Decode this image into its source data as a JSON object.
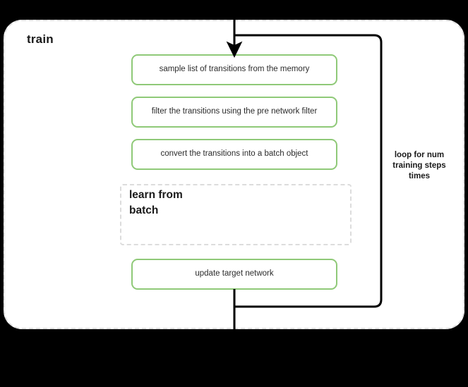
{
  "diagram": {
    "title": "train",
    "type": "flowchart",
    "steps": [
      {
        "id": "sample",
        "label": "sample list of transitions from the memory"
      },
      {
        "id": "filter",
        "label": "filter the transitions using the pre network filter"
      },
      {
        "id": "convert",
        "label": "convert the transitions into a batch object"
      },
      {
        "id": "update",
        "label": "update target network"
      }
    ],
    "subblock": {
      "id": "learn-from-batch",
      "title": "learn from batch",
      "title_line1": "learn from",
      "title_line2": "batch"
    },
    "loop": {
      "label": "loop for num training steps times",
      "line1": "loop for num",
      "line2": "training steps",
      "line3": "times"
    },
    "colors": {
      "step_border": "#8fc978",
      "step_fill": "#ffffff",
      "container_border": "#e0e0e0",
      "subblock_border": "#dcdcdc",
      "wire": "#000000",
      "background": "#000000",
      "text": "#1a1a1a"
    }
  }
}
